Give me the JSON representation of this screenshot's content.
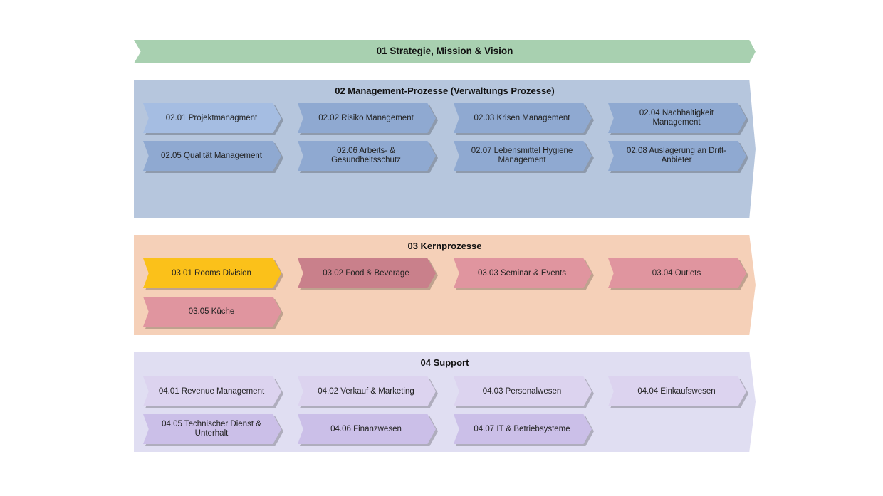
{
  "strategy": {
    "label": "01 Strategie, Mission & Vision"
  },
  "management": {
    "title": "02 Management-Prozesse (Verwaltungs Prozesse)",
    "items": [
      "02.01 Projektmanagment",
      "02.02 Risiko Management",
      "02.03 Krisen Management",
      "02.04 Nachhaltigkeit Management",
      "02.05 Qualität Management",
      "02.06 Arbeits- & Gesundheitsschutz",
      "02.07 Lebensmittel Hygiene Management",
      "02.08 Auslagerung an Dritt-Anbieter"
    ]
  },
  "core": {
    "title": "03 Kernprozesse",
    "items": [
      "03.01 Rooms Division",
      "03.02 Food & Beverage",
      "03.03 Seminar & Events",
      "03.04 Outlets",
      "03.05 Küche"
    ]
  },
  "support": {
    "title": "04 Support",
    "items": [
      "04.01 Revenue Management",
      "04.02 Verkauf & Marketing",
      "04.03 Personalwesen",
      "04.04 Einkaufswesen",
      "04.05 Technischer Dienst & Unterhalt",
      "04.06 Finanzwesen",
      "04.07 IT & Betriebsysteme"
    ]
  },
  "colors": {
    "strategy": "#a8d0b0",
    "management_band": "#b6c6dd",
    "core_band": "#f5d0b8",
    "support_band": "#e0def2",
    "highlight": "#fbc11a"
  }
}
